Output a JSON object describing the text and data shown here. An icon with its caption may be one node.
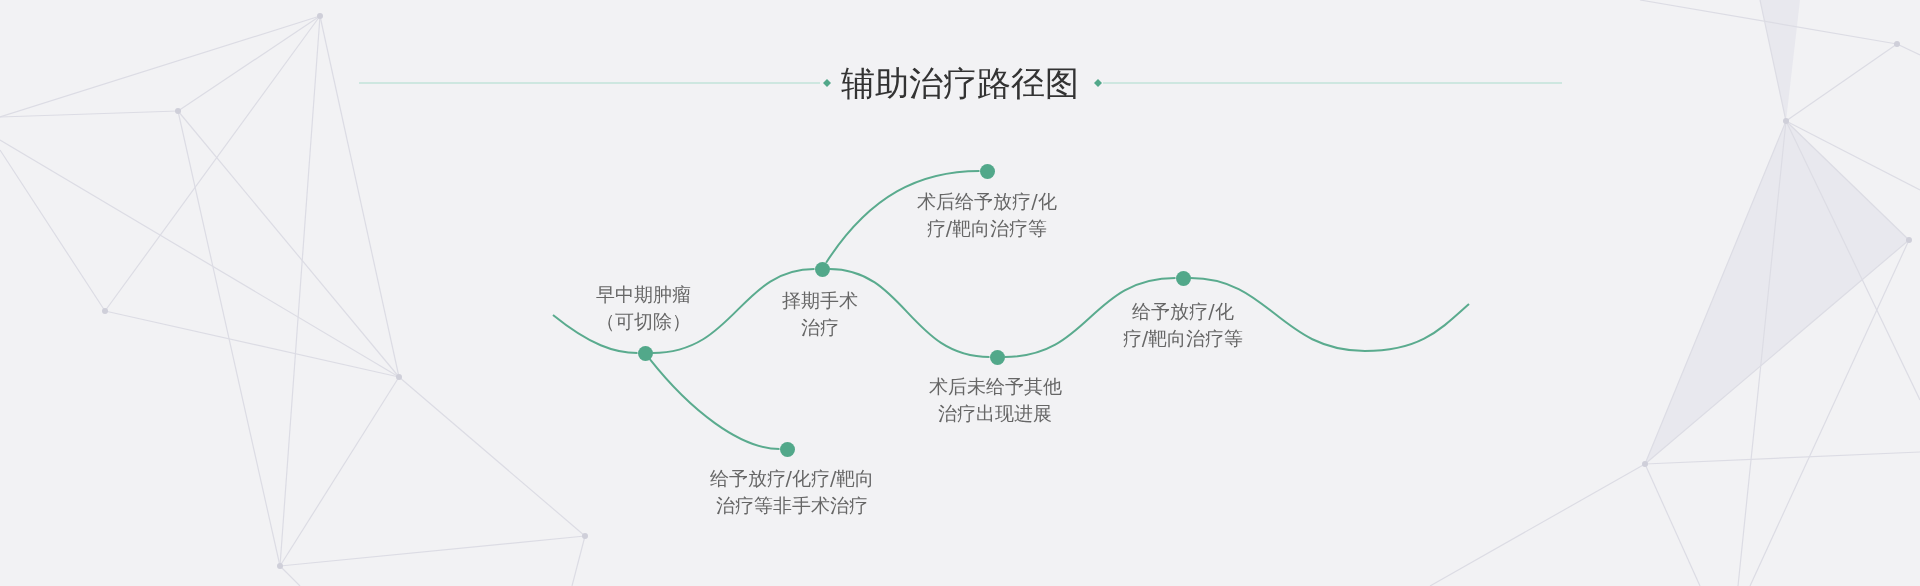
{
  "diagram": {
    "title": "辅助治疗路径图",
    "nodes": [
      {
        "text": [],
        "shape": "circle",
        "beside": [
          "早中期肿瘤（可切除）"
        ]
      },
      {
        "text": [],
        "shape": "circle",
        "beside": [
          "择期手术治疗"
        ]
      },
      {
        "text": [],
        "shape": "circle",
        "beside": [
          "术后给予放疗/化疗/靶向治疗等"
        ]
      },
      {
        "text": [],
        "shape": "circle",
        "beside": [
          "术后未给予其他治疗出现进展"
        ]
      },
      {
        "text": [],
        "shape": "circle",
        "beside": [
          "给予放疗/化疗/靶向治疗等"
        ]
      },
      {
        "text": [],
        "shape": "circle",
        "beside": [
          "给予放疗/化疗/靶向治疗等非手术治疗"
        ]
      }
    ],
    "edges": [
      {
        "from": null,
        "to": 0,
        "arrow": "none"
      },
      {
        "from": 0,
        "to": 1,
        "arrow": "none"
      },
      {
        "from": 1,
        "to": 2,
        "arrow": "none"
      },
      {
        "from": 1,
        "to": 3,
        "arrow": "none"
      },
      {
        "from": 3,
        "to": 4,
        "arrow": "none"
      },
      {
        "from": 4,
        "to": null,
        "arrow": "none"
      },
      {
        "from": 0,
        "to": 5,
        "arrow": "none"
      }
    ]
  }
}
